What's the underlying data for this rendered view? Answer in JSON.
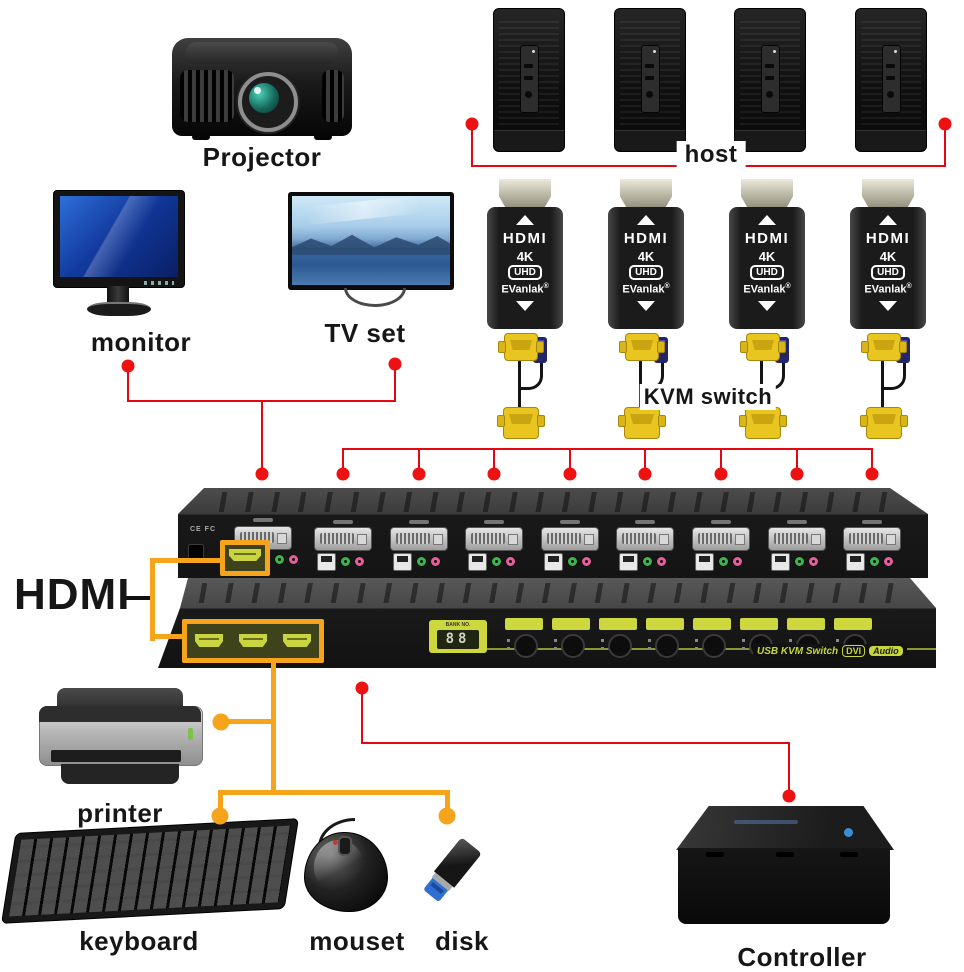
{
  "labels": {
    "projector": "Projector",
    "monitor": "monitor",
    "tv": "TV set",
    "host": "host",
    "kvm_switch": "KVM switch",
    "hdmi": "HDMI",
    "printer": "printer",
    "keyboard": "keyboard",
    "mouse": "mouset",
    "disk": "disk",
    "controller": "Controller"
  },
  "hdmi_adapter": {
    "logo": "HDMI",
    "res": "4K",
    "uhd": "UHD",
    "brand": "EVanlak",
    "reg": "®"
  },
  "kvm_front": {
    "display_caption": "BANK NO.",
    "display": "88",
    "product": "USB KVM Switch",
    "badge_dvi": "DVI",
    "badge_audio": "Audio",
    "port_count": 8
  },
  "kvm_rear": {
    "cert": "CE FC",
    "dvi_port_count": 9,
    "usb_cluster_count": 8
  },
  "counts": {
    "hosts": 4,
    "hdmi_adapters": 4,
    "kvm_cables": 4
  },
  "colors": {
    "connector_red": "#e30613",
    "connector_orange": "#f7a41d",
    "panel_yellow_green": "#ccd83e",
    "vga_yellow": "#e9c51f",
    "usb_plug_blue": "#23266b",
    "disk_usb_blue": "#2f6fd0"
  }
}
